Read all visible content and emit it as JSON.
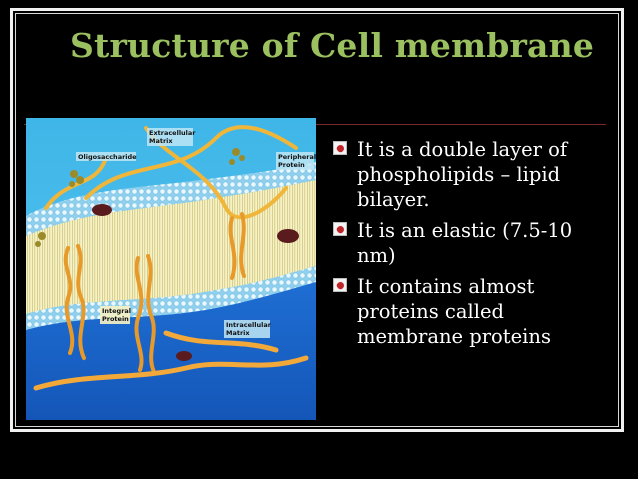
{
  "slide": {
    "title": "Structure of Cell membrane",
    "bullets": [
      "It is a double layer of phospholipids – lipid bilayer.",
      " It is an elastic (7.5-10 nm)",
      " It contains almost proteins called membrane proteins"
    ]
  },
  "figure": {
    "labels": {
      "extracellular_1": "Extracellular",
      "extracellular_2": "Matrix",
      "oligosaccharide": "Oligosaccharide",
      "peripheral_1": "Peripheral",
      "peripheral_2": "Protein",
      "integral_1": "Integral",
      "integral_2": "Protein",
      "intracellular_1": "Intracellular",
      "intracellular_2": "Matrix"
    }
  },
  "colors": {
    "title": "#9bc05f",
    "background": "#000000",
    "bullet_text": "#ffffff",
    "bullet_icon": "#c0252a"
  }
}
